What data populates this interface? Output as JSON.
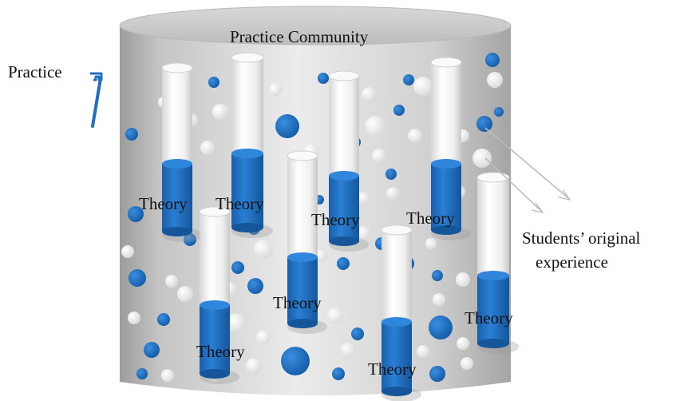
{
  "diagram": {
    "title": "Practice Community",
    "practice_label": "Practice",
    "experience_label_line1": "Students’ original",
    "experience_label_line2": "experience",
    "theory_labels": [
      "Theory",
      "Theory",
      "Theory",
      "Theory",
      "Theory",
      "Theory",
      "Theory",
      "Theory"
    ],
    "colors": {
      "accent_blue": "#1f6fc2",
      "cylinder_grey": "#c9c9c9",
      "tube_white": "#f4f4f4"
    }
  }
}
